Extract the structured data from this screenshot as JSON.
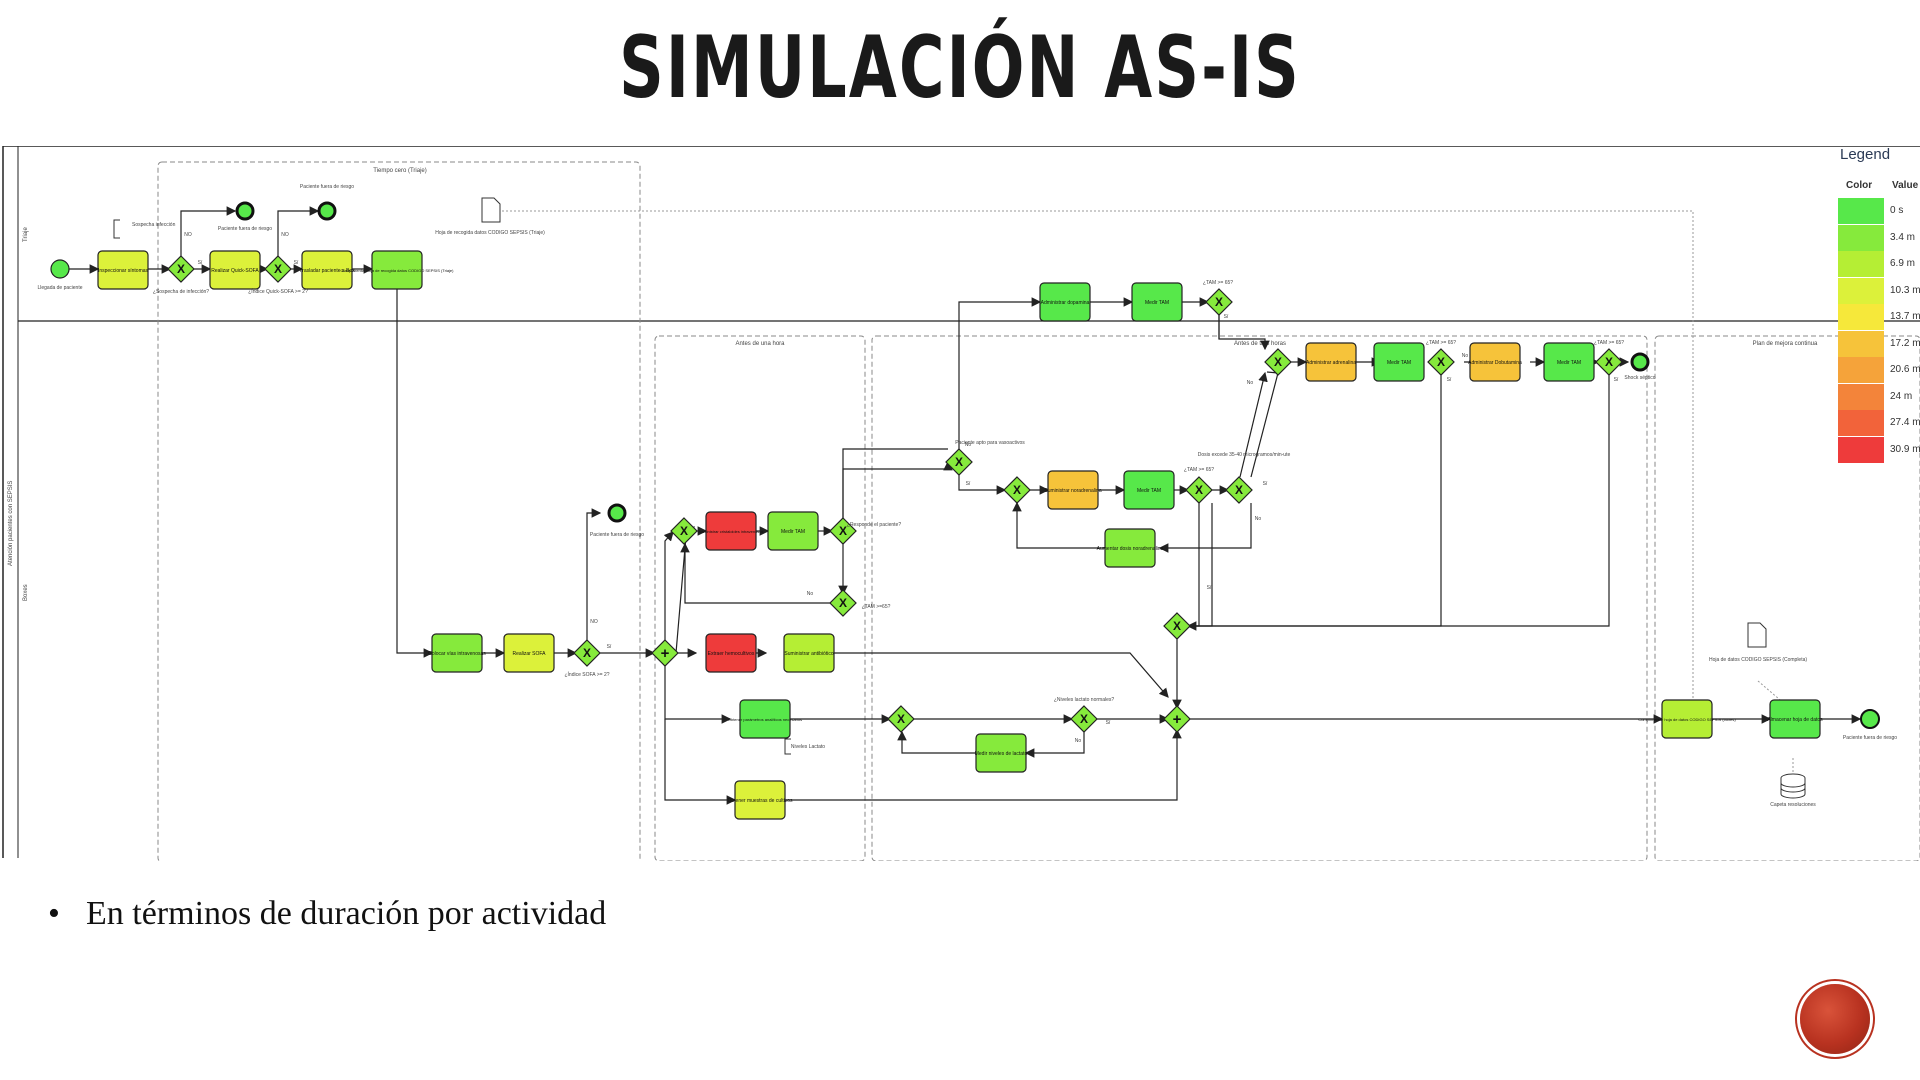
{
  "slide": {
    "title": "SIMULACIÓN AS-IS",
    "bullet": "En términos de duración por actividad"
  },
  "legend": {
    "title": "Legend",
    "col_color": "Color",
    "col_value": "Value",
    "items": [
      {
        "color": "#57e84a",
        "value": "0 s"
      },
      {
        "color": "#86ea3c",
        "value": "3.4 m"
      },
      {
        "color": "#b5ee34",
        "value": "6.9 m"
      },
      {
        "color": "#dcf13a",
        "value": "10.3 m"
      },
      {
        "color": "#f6e83a",
        "value": "13.7 m"
      },
      {
        "color": "#f6c33a",
        "value": "17.2 m"
      },
      {
        "color": "#f5a33a",
        "value": "20.6 m"
      },
      {
        "color": "#f3843a",
        "value": "24 m"
      },
      {
        "color": "#f2633a",
        "value": "27.4 m"
      },
      {
        "color": "#ee3b3b",
        "value": "30.9 m"
      }
    ]
  },
  "pool": {
    "lane_triaje": "Triaje",
    "lane_boxes": "Boxes",
    "pool_label": "Atención pacientes con SEPSIS"
  },
  "groups": {
    "tiempo_cero": "Tiempo cero (Triaje)",
    "antes_una_hora": "Antes de una hora",
    "antes_tres_horas": "Antes de tres horas",
    "plan_mejora": "Plan de mejora continua"
  },
  "tasks": {
    "t1": "Inspeccionar síntomas",
    "t2": "Realizar Quick-SOFA",
    "t3": "Trasladar paciente a Box",
    "t4": "Cumplimentar hoja de recogida datos CODIGO SEPSIS (Triaje)",
    "t5": "Colocar vías intravenosas",
    "t6": "Realizar SOFA",
    "t7": "Administrar cristaloides intravenosos",
    "t8": "Medir TAM",
    "t9": "Extraer hemocultivos",
    "t10": "Suministrar antibiótico",
    "t11": "Obtener parámetros analíticos necesarios",
    "t12": "Medir niveles de lactato",
    "t13": "Obtener muestras de cultivos",
    "t14": "Administrar dopamina",
    "t15": "Medir TAM",
    "t16": "Suministrar noradrenalina",
    "t17": "Medir TAM",
    "t18": "Aumentar dosis noradrenalina",
    "t19": "Administrar adrenalina",
    "t20": "Medir TAM",
    "t21": "Administrar Dobutamina",
    "t22": "Medir TAM",
    "t23": "Cumplimentar hoja de datos CODIGO SEPSIS (boxes)",
    "t24": "Almacenar hoja de datos"
  },
  "labels": {
    "start": "Llegada de paciente",
    "sospecha": "Sospecha infección",
    "gw1": "¿Sospecha de infección?",
    "gw2": "¿Índice Quick-SOFA >= 2?",
    "end1": "Paciente fuera de riesgo",
    "end2": "Paciente fuera de riesgo",
    "end2_top": "Paciente fuera de riesgo",
    "no": "NO",
    "si": "Sí",
    "doc1": "Hoja de recogida datos CODIGO SEPSIS (Triaje)",
    "gw_sofa": "¿Índice SOFA >= 2?",
    "end3": "Paciente fuera de riesgo",
    "gw_resp": "¿Responde el paciente?",
    "gw_tam1": "¿TAM >=65?",
    "gw_vaso": "Paciente apto para vasoactivos",
    "gw_tam2": "¿TAM >= 65?",
    "gw_tam3": "¿TAM >= 65?",
    "gw_dosis": "Dosis excede 35-40 microgramos/min-ute",
    "gw_tam4": "¿TAM >= 65?",
    "gw_tam5": "¿TAM >= 65?",
    "end_shock": "Shock séptico",
    "lactato_note": "Niveles Lactato",
    "gw_niveles": "¿Niveles lactato normales?",
    "doc2": "Hoja de datos CODIGO SEPSIS (Completa)",
    "db": "Capeta resoluciones",
    "end_final": "Paciente fuera de riesgo",
    "sino_no": "No",
    "sino_si": "Sí"
  }
}
